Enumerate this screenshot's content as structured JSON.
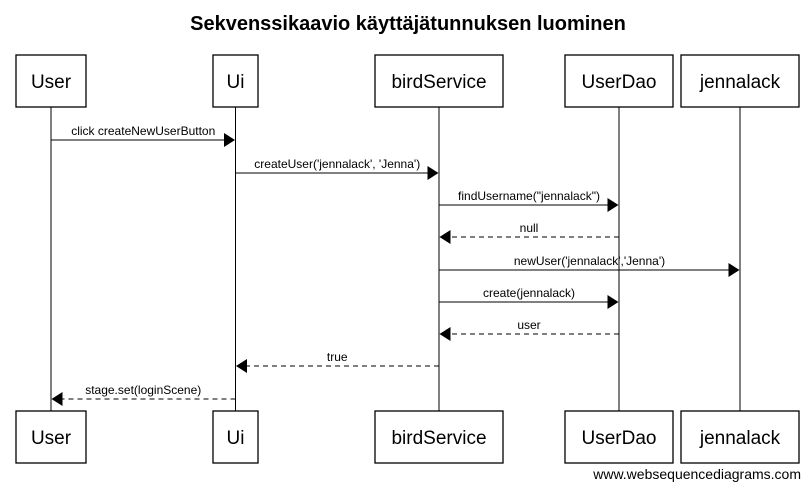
{
  "title": "Sekvenssikaavio käyttäjätunnuksen luominen",
  "actors": [
    {
      "id": "user",
      "label": "User"
    },
    {
      "id": "ui",
      "label": "Ui"
    },
    {
      "id": "birdservice",
      "label": "birdService"
    },
    {
      "id": "userdao",
      "label": "UserDao"
    },
    {
      "id": "jennalack",
      "label": "jennalack"
    }
  ],
  "messages": [
    {
      "from": "user",
      "to": "ui",
      "label": "click createNewUserButton",
      "style": "solid"
    },
    {
      "from": "ui",
      "to": "birdservice",
      "label": "createUser('jennalack', 'Jenna')",
      "style": "solid"
    },
    {
      "from": "birdservice",
      "to": "userdao",
      "label": "findUsername(\"jennalack\")",
      "style": "solid"
    },
    {
      "from": "userdao",
      "to": "birdservice",
      "label": "null",
      "style": "dashed"
    },
    {
      "from": "birdservice",
      "to": "jennalack",
      "label": "newUser('jennalack','Jenna')",
      "style": "solid"
    },
    {
      "from": "birdservice",
      "to": "userdao",
      "label": "create(jennalack)",
      "style": "solid"
    },
    {
      "from": "userdao",
      "to": "birdservice",
      "label": "user",
      "style": "dashed"
    },
    {
      "from": "birdservice",
      "to": "ui",
      "label": "true",
      "style": "dashed"
    },
    {
      "from": "ui",
      "to": "user",
      "label": "stage.set(loginScene)",
      "style": "dashed"
    }
  ],
  "watermark": "www.websequencediagrams.com"
}
